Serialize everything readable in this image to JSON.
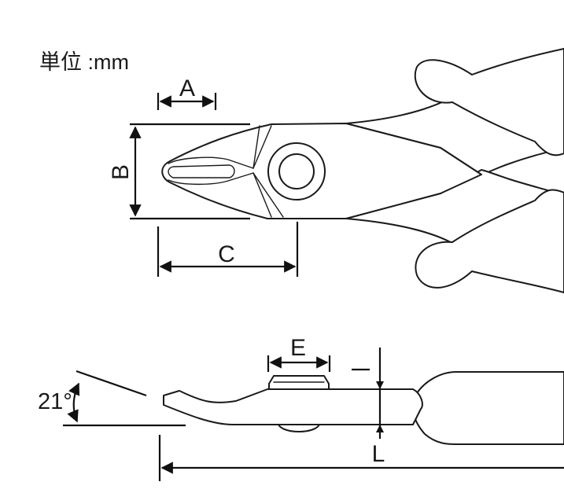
{
  "unit_label": "単位 :mm",
  "labels": {
    "a": "A",
    "b": "B",
    "c": "C",
    "e": "E",
    "l": "L",
    "angle": "21°"
  }
}
